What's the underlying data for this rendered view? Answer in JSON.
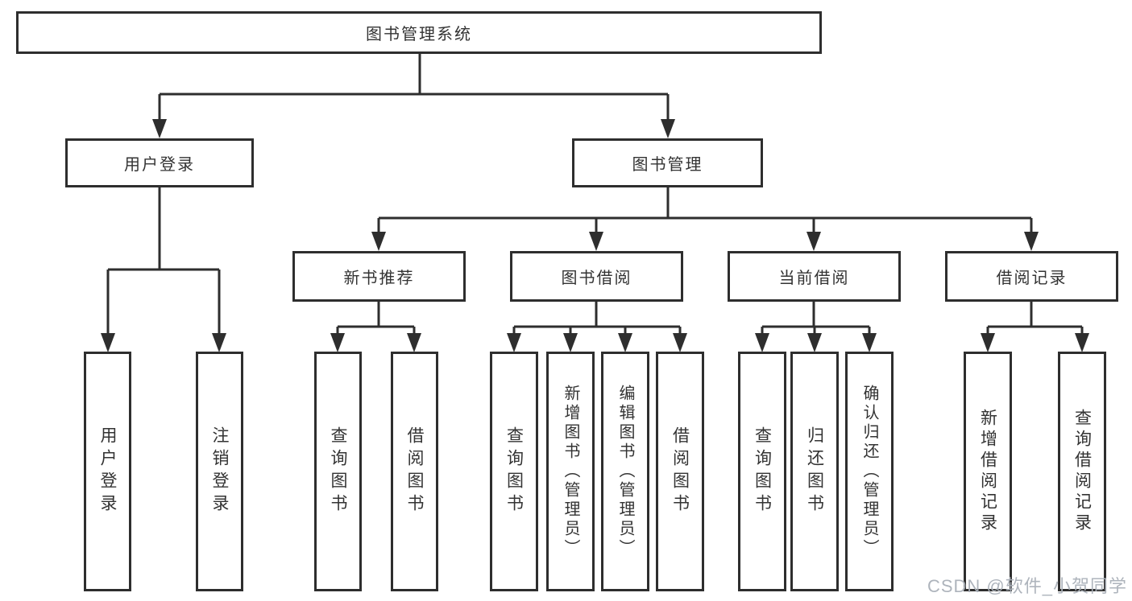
{
  "diagram": {
    "root": {
      "label": "图书管理系统"
    },
    "level2": [
      {
        "label": "用户登录",
        "children": [
          {
            "label": "用户登录"
          },
          {
            "label": "注销登录"
          }
        ]
      },
      {
        "label": "图书管理",
        "children": [
          {
            "label": "新书推荐",
            "children": [
              {
                "label": "查询图书"
              },
              {
                "label": "借阅图书"
              }
            ]
          },
          {
            "label": "图书借阅",
            "children": [
              {
                "label": "查询图书"
              },
              {
                "label": "新增图书（管理员）"
              },
              {
                "label": "编辑图书（管理员）"
              },
              {
                "label": "借阅图书"
              }
            ]
          },
          {
            "label": "当前借阅",
            "children": [
              {
                "label": "查询图书"
              },
              {
                "label": "归还图书"
              },
              {
                "label": "确认归还（管理员）"
              }
            ]
          },
          {
            "label": "借阅记录",
            "children": [
              {
                "label": "新增借阅记录"
              },
              {
                "label": "查询借阅记录"
              }
            ]
          }
        ]
      }
    ]
  },
  "watermark": "CSDN @软件_小贺同学",
  "colors": {
    "line": "#2e2e2e",
    "box_border": "#2e2e2e",
    "box_fill": "#ffffff",
    "text": "#333333",
    "watermark": "#aab0b8"
  }
}
